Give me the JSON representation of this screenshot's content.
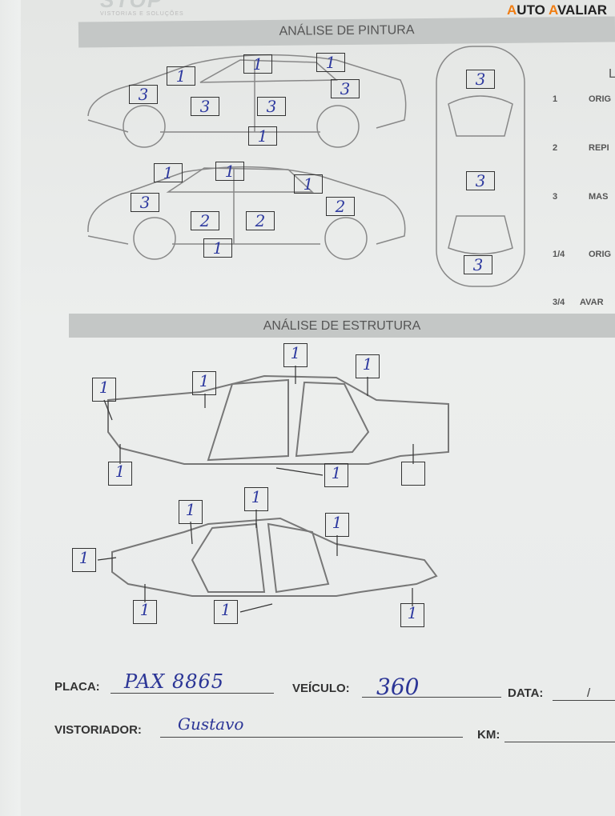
{
  "header": {
    "company_logo": "STOP",
    "company_tagline": "VISTORIAS E SOLUÇÕES",
    "watermark": "AUTO AVALIAR"
  },
  "paint": {
    "title": "ANÁLISE DE PINTURA",
    "side_view_1": [
      "1",
      "1",
      "1",
      "3",
      "3",
      "3",
      "3",
      "1"
    ],
    "side_view_2": [
      "1",
      "1",
      "1",
      "3",
      "2",
      "2",
      "2",
      "1"
    ],
    "top_view": [
      "3",
      "3",
      "3"
    ],
    "legend": {
      "heading": "L",
      "items": [
        {
          "code": "1",
          "label": "ORIG"
        },
        {
          "code": "2",
          "label": "REPI"
        },
        {
          "code": "3",
          "label": "MAS"
        },
        {
          "code": "1/4",
          "label": "ORIG"
        },
        {
          "code": "3/4",
          "label": "AVAR"
        }
      ]
    }
  },
  "structure": {
    "title": "ANÁLISE DE ESTRUTURA",
    "view_1": [
      "1",
      "1",
      "1",
      "1",
      "1",
      "1",
      ""
    ],
    "view_2": [
      "1",
      "1",
      "1",
      "1",
      "1",
      "1",
      "1"
    ]
  },
  "form": {
    "placa_label": "PLACA:",
    "placa_value": "PAX 8865",
    "veiculo_label": "VEÍCULO:",
    "veiculo_value": "360",
    "data_label": "DATA:",
    "data_value": "/",
    "vistoriador_label": "VISTORIADOR:",
    "vistoriador_signature": "Gustavo",
    "km_label": "KM:"
  }
}
